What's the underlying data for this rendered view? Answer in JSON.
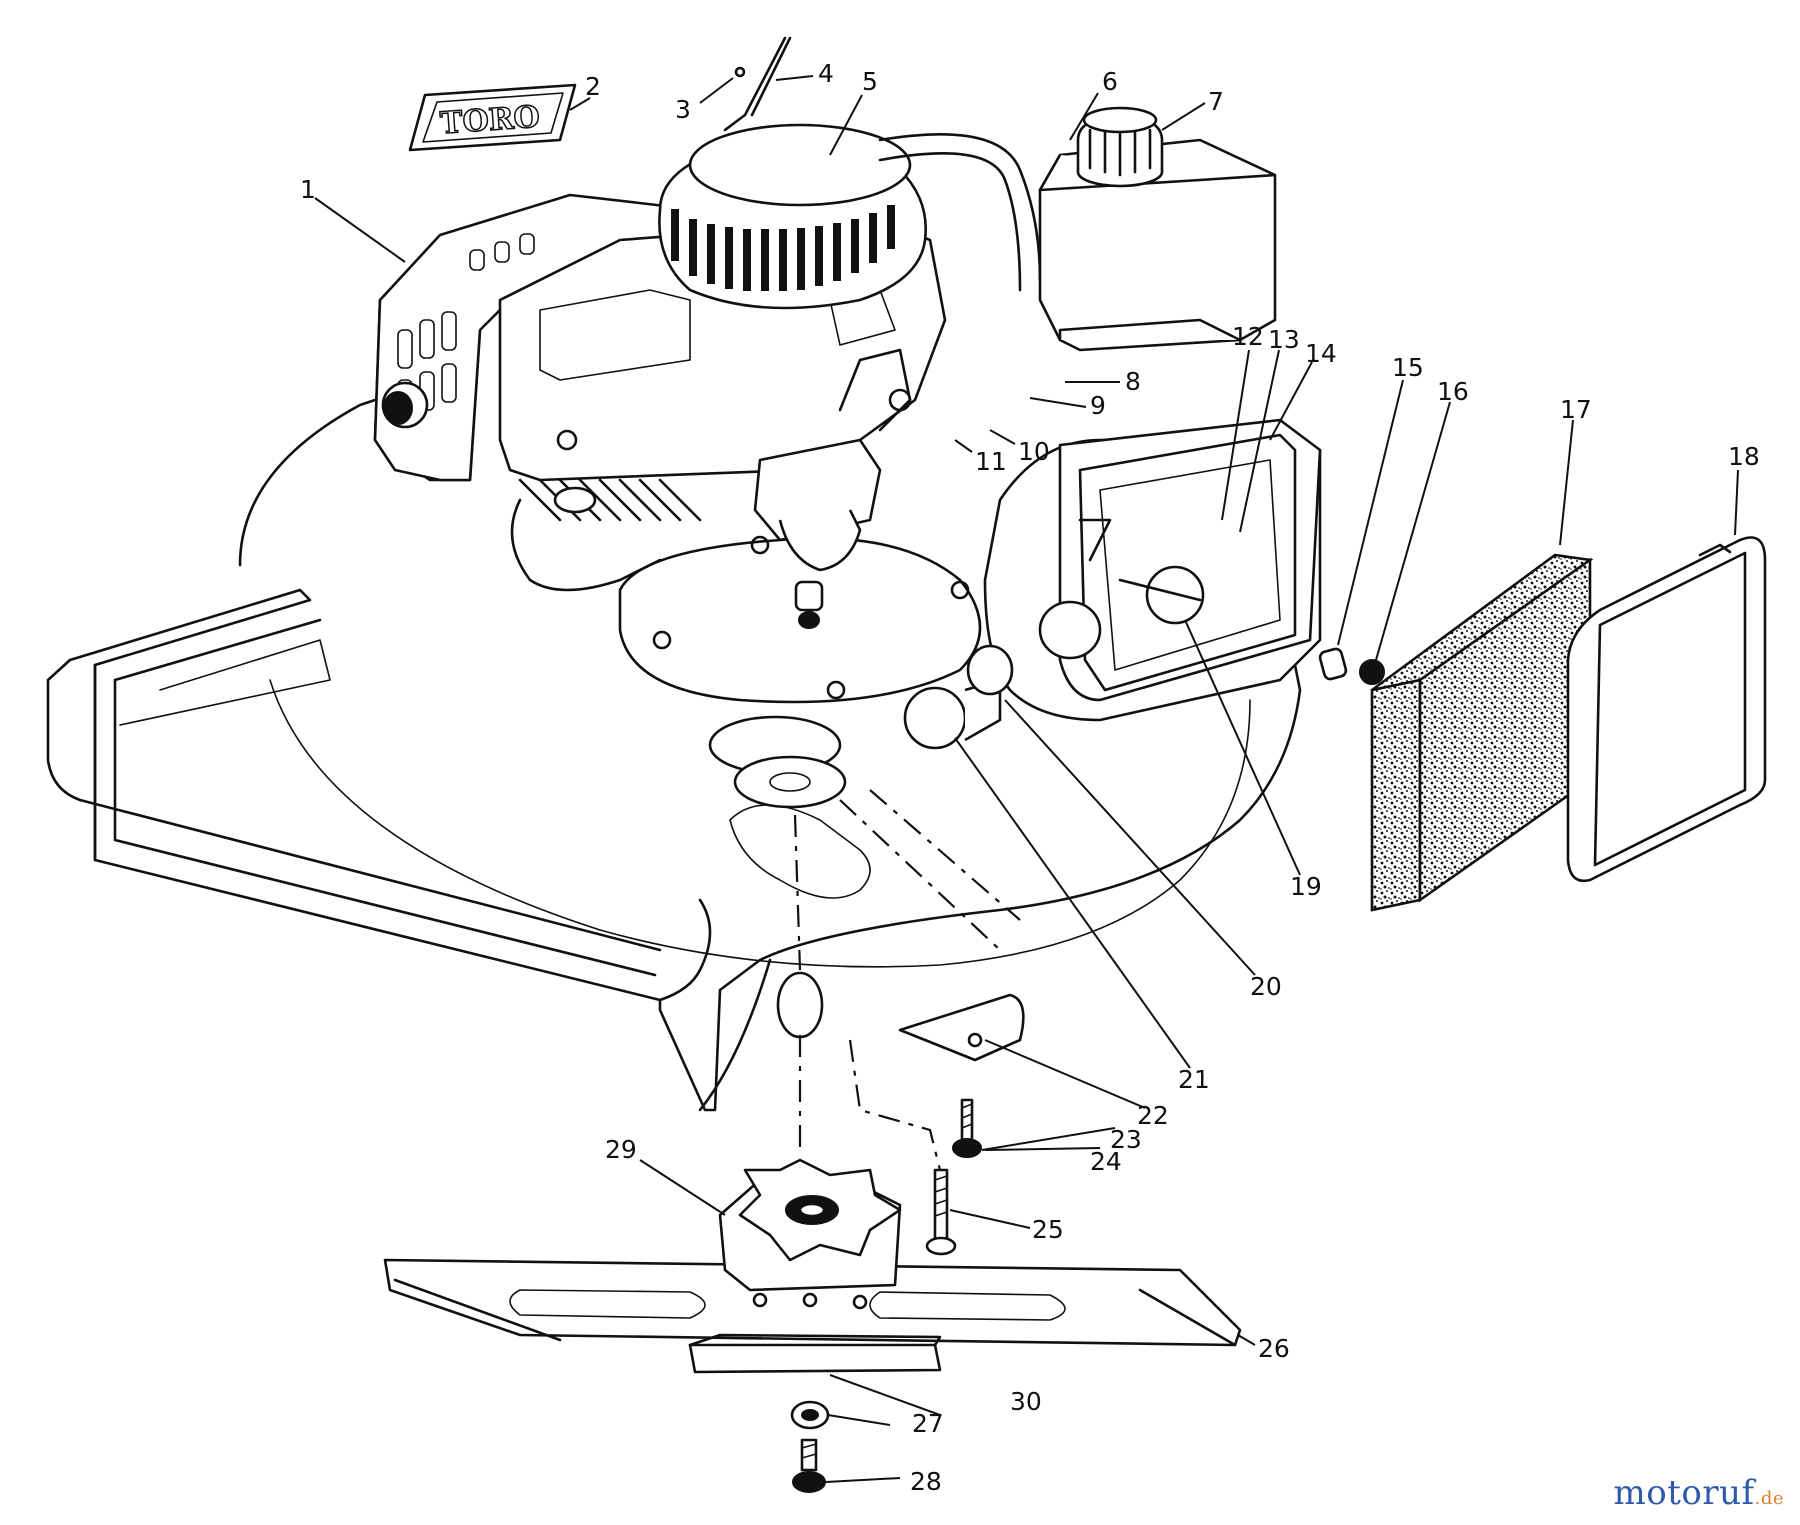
{
  "logo_decal_text": "TORO",
  "watermark": {
    "main": "motoruf",
    "suffix": ".de"
  },
  "callouts": {
    "c1": "1",
    "c2": "2",
    "c3": "3",
    "c4": "4",
    "c5": "5",
    "c6": "6",
    "c7": "7",
    "c8": "8",
    "c9": "9",
    "c10": "10",
    "c11": "11",
    "c12": "12",
    "c13": "13",
    "c14": "14",
    "c15": "15",
    "c16": "16",
    "c17": "17",
    "c18": "18",
    "c19": "19",
    "c20": "20",
    "c21": "21",
    "c22": "22",
    "c23": "23",
    "c24": "24",
    "c25": "25",
    "c26": "26",
    "c27": "27",
    "c28": "28",
    "c29": "29",
    "c30": "30"
  },
  "colors": {
    "line": "#111111",
    "watermark_main": "#2f5aa8",
    "watermark_suffix": "#e0822a"
  }
}
